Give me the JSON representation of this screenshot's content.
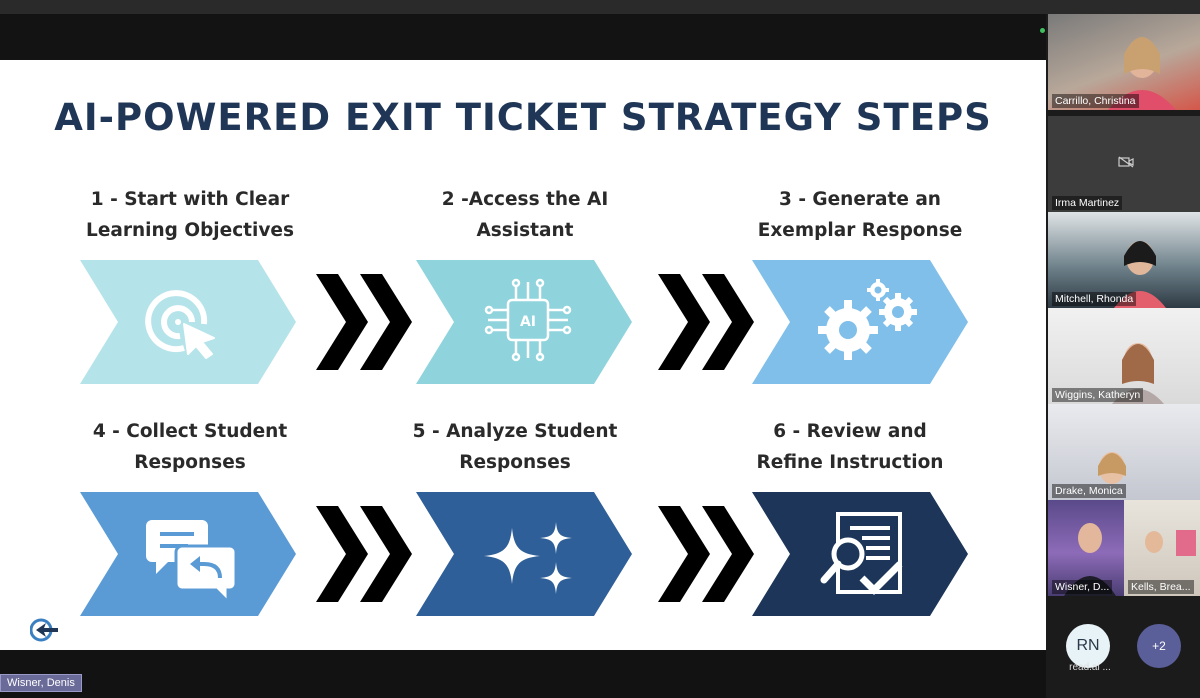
{
  "slide": {
    "title": "AI-POWERED EXIT TICKET STRATEGY STEPS",
    "steps": [
      {
        "line1": "1 - Start with Clear",
        "line2": "Learning Objectives",
        "icon": "target-cursor-icon",
        "color": "#b5e3ea"
      },
      {
        "line1": "2 -Access the AI",
        "line2": "Assistant",
        "icon": "ai-chip-icon",
        "color": "#8fd3dc"
      },
      {
        "line1": "3 - Generate an",
        "line2": "Exemplar Response",
        "icon": "gears-icon",
        "color": "#7fbfe9"
      },
      {
        "line1": "4 - Collect Student",
        "line2": "Responses",
        "icon": "chat-bubbles-icon",
        "color": "#5b9bd5"
      },
      {
        "line1": "5 - Analyze Student",
        "line2": "Responses",
        "icon": "sparkles-icon",
        "color": "#2f5f98"
      },
      {
        "line1": "6 - Review and",
        "line2": "Refine Instruction",
        "icon": "document-review-icon",
        "color": "#1c3558"
      }
    ],
    "chip_text": "AI"
  },
  "presenter_tag": "Wisner, Denis",
  "participants": [
    {
      "name": "Carrillo, Christina"
    },
    {
      "name": "Irma Martinez",
      "camera": "off"
    },
    {
      "name": "Mitchell, Rhonda"
    },
    {
      "name": "Wiggins, Katheryn"
    },
    {
      "name": "Drake, Monica"
    },
    {
      "name": "Wisner, D..."
    },
    {
      "name": "Kells, Brea..."
    }
  ],
  "avatars": [
    {
      "initials": "RN",
      "label": "read.ai ..."
    },
    {
      "initials": "+2"
    }
  ],
  "colors": {
    "title": "#1f3656",
    "arrow": "#000000"
  }
}
